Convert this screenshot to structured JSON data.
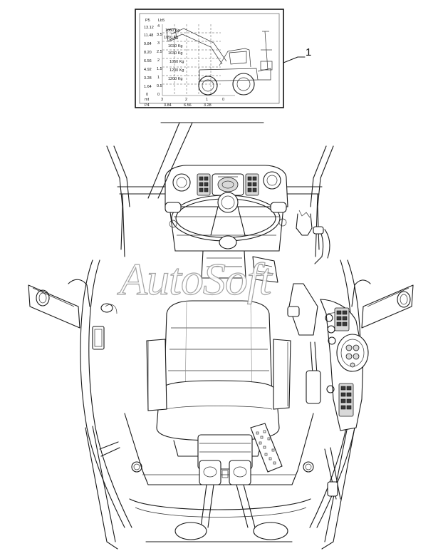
{
  "callout": {
    "number": "1"
  },
  "load_chart": {
    "left_axis_label": "P5",
    "unit_label": "Lb5",
    "left_values": [
      "13.12",
      "11.48",
      "9.84",
      "8.20",
      "6.56",
      "4.92",
      "3.28",
      "1.64",
      "0"
    ],
    "inner_values": [
      "4",
      "3.5",
      "3",
      "2.5",
      "2",
      "1.5",
      "1",
      "0.5",
      "0"
    ],
    "loads": [
      "1060 Kg",
      "1050 Kg",
      "1030 Kg",
      "1030 Kg",
      "1050 Kg",
      "1200 Kg",
      "1200 Kg"
    ],
    "bottom_values": [
      "3",
      "2",
      "1",
      "0"
    ],
    "bottom_axis_label": "P4",
    "bottom_ft_values": [
      "3.84",
      "6.56",
      "3.28"
    ],
    "corner_label": "mt"
  },
  "watermark": {
    "text": "AutoSoft"
  }
}
